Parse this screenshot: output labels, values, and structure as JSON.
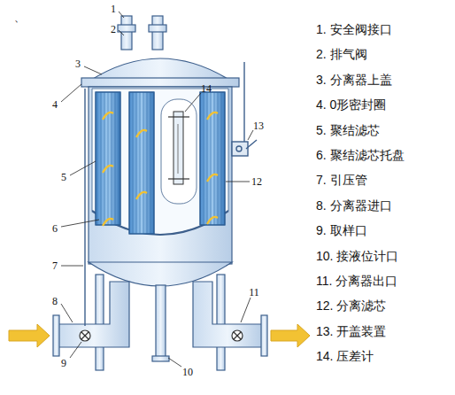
{
  "diagram": {
    "labels": [
      "、",
      "1",
      "2",
      "3",
      "4",
      "5",
      "6",
      "7",
      "8",
      "9",
      "10",
      "11",
      "12",
      "13",
      "14",
      "1. 安全阀接口",
      "2. 排气阀",
      "3. 分离器上盖",
      "4. 0形密封圈",
      "5. 聚结滤芯",
      "6. 聚结滤芯托盘",
      "7. 引压管",
      "8. 分离器进口",
      "9. 取样口",
      "10. 接液位计口",
      "11. 分离器出口",
      "12. 分离滤芯",
      "13. 开盖装置",
      "14. 压差计"
    ]
  }
}
